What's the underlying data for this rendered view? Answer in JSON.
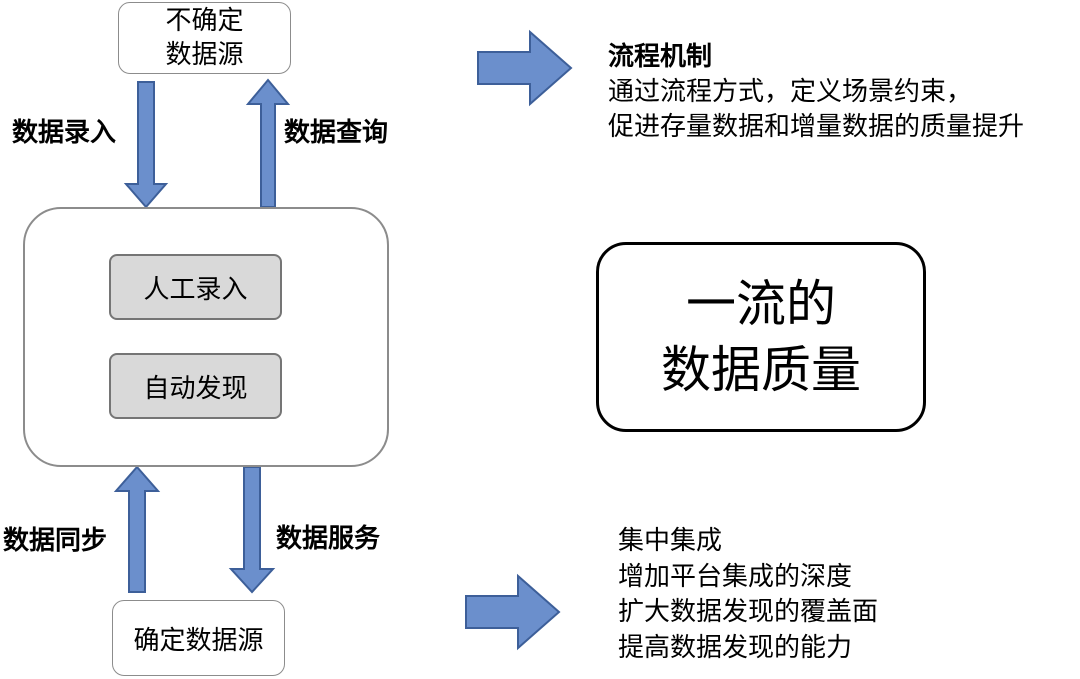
{
  "sources": {
    "uncertain": [
      "不确定",
      "数据源"
    ],
    "certain": "确定数据源"
  },
  "flows": {
    "entry": "数据录入",
    "query": "数据查询",
    "sync": "数据同步",
    "service": "数据服务"
  },
  "central": {
    "items": [
      "人工录入",
      "自动发现"
    ]
  },
  "process_mechanism": {
    "title": "流程机制",
    "lines": [
      "通过流程方式，定义场景约束，",
      "促进存量数据和增量数据的质量提升"
    ]
  },
  "quality": {
    "lines": [
      "一流的",
      "数据质量"
    ]
  },
  "integration": {
    "lines": [
      "集中集成",
      "增加平台集成的深度",
      "扩大数据发现的覆盖面",
      "提高数据发现的能力"
    ]
  },
  "colors": {
    "arrow_fill": "#6b8fcc",
    "arrow_stroke": "#3d5f99",
    "box_border": "#8c8c8c",
    "inner_fill": "#d9d9d9"
  }
}
